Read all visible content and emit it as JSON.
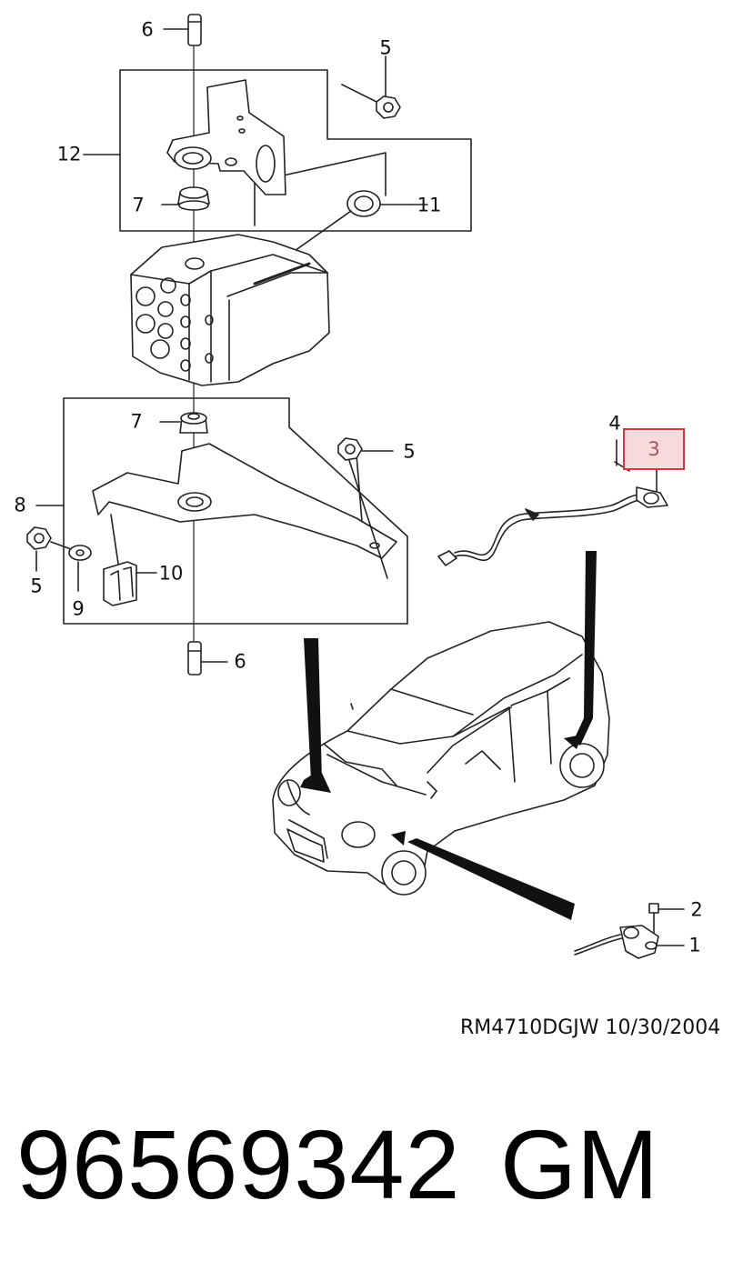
{
  "callouts": [
    {
      "id": "c6a",
      "text": "6"
    },
    {
      "id": "c5a",
      "text": "5"
    },
    {
      "id": "c12",
      "text": "12"
    },
    {
      "id": "c7a",
      "text": "7"
    },
    {
      "id": "c11",
      "text": "11"
    },
    {
      "id": "c7b",
      "text": "7"
    },
    {
      "id": "c5b",
      "text": "5"
    },
    {
      "id": "c8",
      "text": "8"
    },
    {
      "id": "c5c",
      "text": "5"
    },
    {
      "id": "c10",
      "text": "10"
    },
    {
      "id": "c9",
      "text": "9"
    },
    {
      "id": "c6b",
      "text": "6"
    },
    {
      "id": "c4",
      "text": "4"
    },
    {
      "id": "c3",
      "text": "3"
    },
    {
      "id": "c2",
      "text": "2"
    },
    {
      "id": "c1",
      "text": "1"
    }
  ],
  "highlight": {
    "callout_id": "c3",
    "border_color": "#d9343f",
    "fill_color": "#f8d9dc"
  },
  "footer": {
    "drawing_code": "RM4710DGJW  10/30/2004",
    "part_number": "96569342",
    "brand": "GM"
  }
}
